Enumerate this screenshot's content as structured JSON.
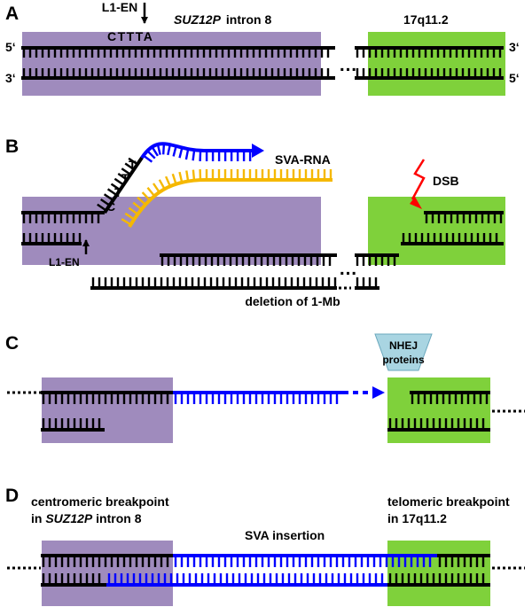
{
  "panels": {
    "a": {
      "letter": "A",
      "endonuclease": "L1-EN",
      "motif": "CTTTA",
      "gene": "SUZ12P",
      "intron": "intron 8",
      "locus": "17q11.2",
      "end_5_left": "5‘",
      "end_3_left": "3‘",
      "end_3_right": "3‘",
      "end_5_right": "5‘"
    },
    "b": {
      "letter": "B",
      "rna_label": "SVA-RNA",
      "dsb_label": "DSB",
      "endonuclease": "L1-EN",
      "deletion_label": "deletion of 1-Mb",
      "motif_letters": [
        "C",
        "T",
        "T",
        "T"
      ]
    },
    "c": {
      "letter": "C",
      "nhej_line1": "NHEJ",
      "nhej_line2": "proteins"
    },
    "d": {
      "letter": "D",
      "centromeric_line1": "centromeric breakpoint",
      "centromeric_line2_prefix": "in ",
      "centromeric_gene": "SUZ12P",
      "centromeric_line2_suffix": " intron 8",
      "sva_label": "SVA insertion",
      "telomeric_line1": "telomeric breakpoint",
      "telomeric_line2": "in 17q11.2"
    }
  },
  "colors": {
    "intron_box": "#9f8bbd",
    "locus_box": "#7fd13b",
    "sva_blue": "#0000ff",
    "rna_yellow": "#f5b800",
    "dsb_red": "#ff0000",
    "nhej_fill": "#a9d5e2",
    "dna_black": "#000000"
  }
}
